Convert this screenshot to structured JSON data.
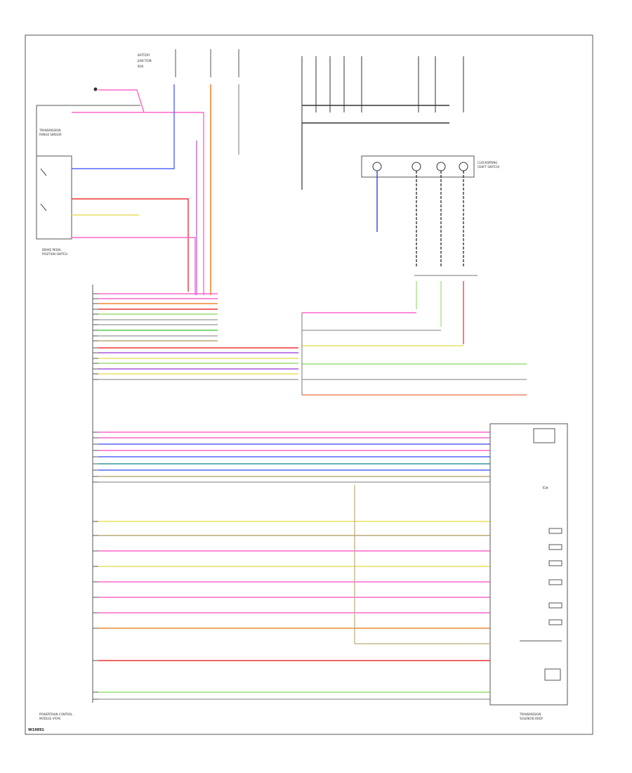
{
  "diagram_code": "W19891",
  "colors": {
    "pink": "#ff66cc",
    "purple": "#aa55dd",
    "blue": "#5566ff",
    "red": "#ee3333",
    "green": "#55cc55",
    "lightgreen": "#99dd77",
    "yellow": "#e8e060",
    "orange": "#ee8833",
    "gray": "#a9a9a9",
    "black": "#333333",
    "teal": "#339999",
    "tan": "#bbaa77",
    "darkblue": "#3344cc",
    "lightblue": "#66ccee"
  },
  "wire_colors_left": [
    "pink",
    "pink",
    "orange",
    "red",
    "lightgreen",
    "gray",
    "gray",
    "green",
    "gray",
    "tan",
    "red",
    "purple",
    "yellow",
    "lightgreen",
    "purple",
    "yellow",
    "gray",
    "pink",
    "pink",
    "blue",
    "pink",
    "blue",
    "teal",
    "blue",
    "tan",
    "gray",
    "yellow",
    "tan",
    "pink",
    "yellow",
    "pink"
  ]
}
